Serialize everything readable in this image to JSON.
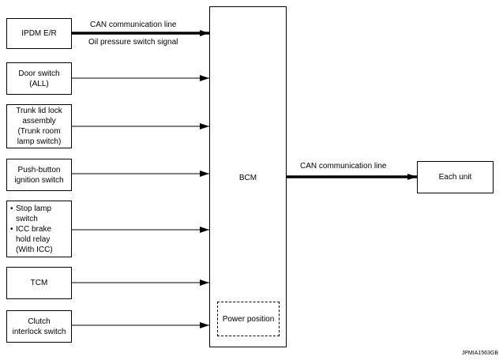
{
  "inputs": [
    {
      "id": "ipdm",
      "lines": [
        "IPDM E/R"
      ]
    },
    {
      "id": "door",
      "lines": [
        "Door switch",
        "(ALL)"
      ]
    },
    {
      "id": "trunk",
      "lines": [
        "Trunk lid lock",
        "assembly",
        "(Trunk room",
        "lamp switch)"
      ]
    },
    {
      "id": "push",
      "lines": [
        "Push-button",
        "ignition switch"
      ]
    },
    {
      "id": "stop",
      "bullets": [
        [
          "Stop lamp",
          "switch"
        ],
        [
          "ICC brake",
          "hold relay",
          "(With ICC)"
        ]
      ]
    },
    {
      "id": "tcm",
      "lines": [
        "TCM"
      ]
    },
    {
      "id": "clutch",
      "lines": [
        "Clutch",
        "interlock switch"
      ]
    }
  ],
  "labels": {
    "can_line_top": "CAN communication line",
    "oil_signal": "Oil pressure switch signal",
    "can_line_right": "CAN communication line",
    "bcm": "BCM",
    "power_position": "Power position",
    "each_unit": "Each unit",
    "figure_id": "JPMIA1563GB"
  }
}
